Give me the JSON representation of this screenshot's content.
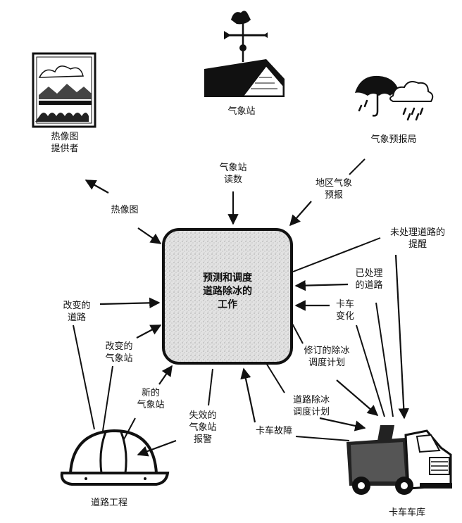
{
  "process": {
    "label": "预测和调度\n道路除冰的\n工作"
  },
  "entities": {
    "thermal_provider": "热像图\n提供者",
    "weather_station": "气象站",
    "forecast_bureau": "气象预报局",
    "road_engineering": "道路工程",
    "truck_depot": "卡车车库"
  },
  "flows": {
    "thermal_map": "热像图",
    "station_readings": "气象站\n读数",
    "regional_forecast": "地区气象\n预报",
    "untreated_reminder": "未处理道路的\n提醒",
    "treated_roads": "已处理\n的道路",
    "truck_changes": "卡车\n变化",
    "revised_schedule": "修订的除冰\n调度计划",
    "deicing_schedule": "道路除冰\n调度计划",
    "truck_failure": "卡车故障",
    "failed_station_alarm": "失效的\n气象站\n报警",
    "new_station": "新的\n气象站",
    "changed_station": "改变的\n气象站",
    "changed_road": "改变的\n道路"
  },
  "icons": {
    "thermal": "thermal-map-icon",
    "weather_station": "weathervane-house-icon",
    "forecast": "umbrella-cloud-icon",
    "road": "hard-hat-icon",
    "truck": "dump-truck-icon"
  },
  "colors": {
    "ink": "#111111",
    "box_fill": "#dcdcdc"
  }
}
